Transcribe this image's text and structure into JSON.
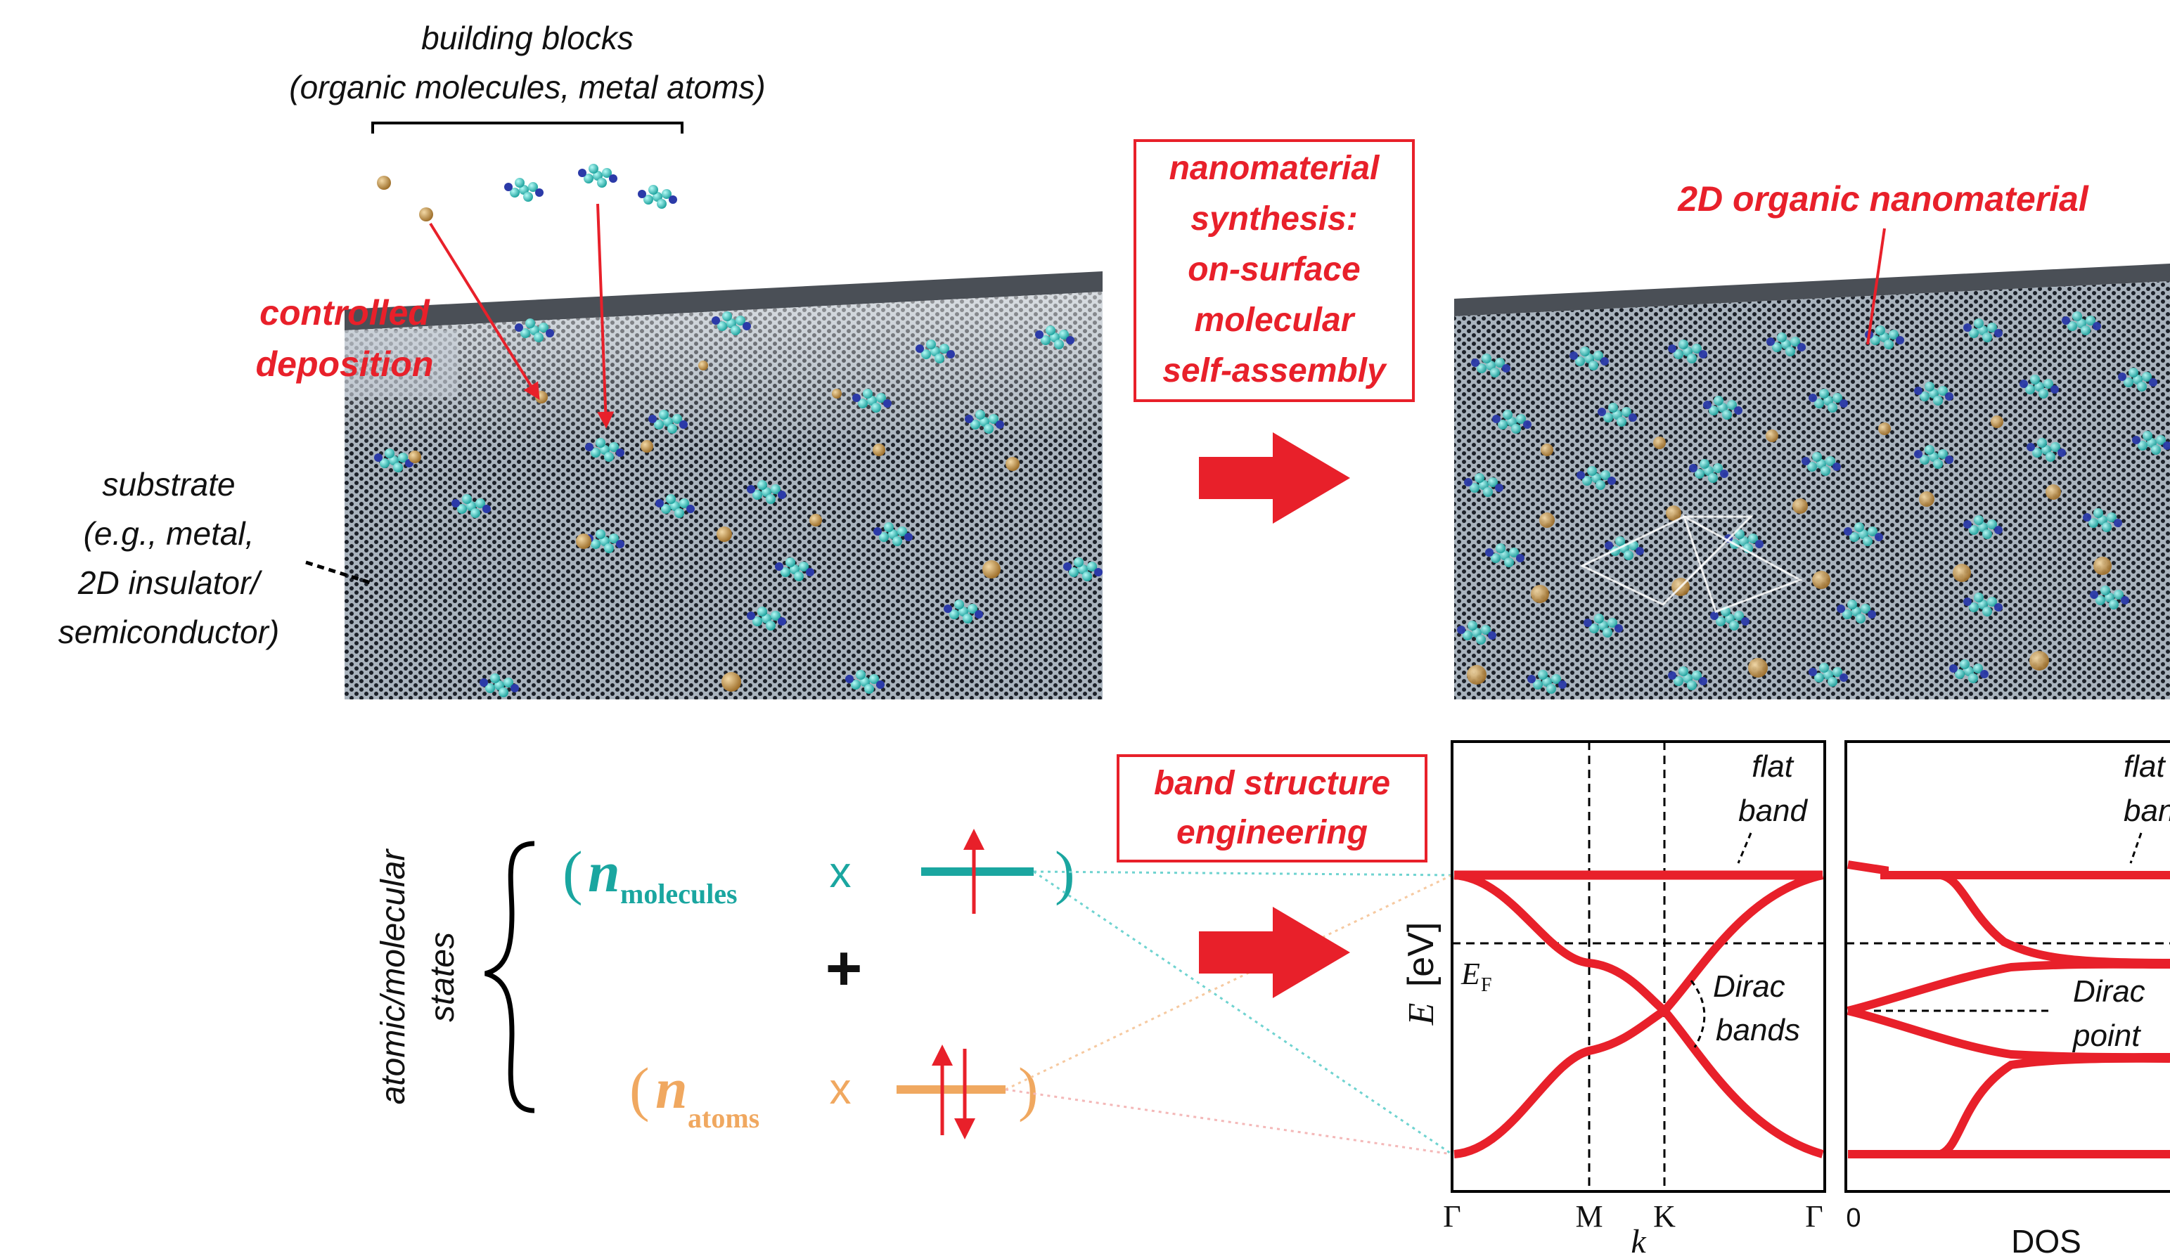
{
  "top_left": {
    "building_blocks_title": "building blocks",
    "building_blocks_subtitle": "(organic molecules, metal atoms)",
    "deposition_line1": "controlled",
    "deposition_line2": "deposition",
    "substrate_lines": [
      "substrate",
      "(e.g., metal,",
      "2D insulator/",
      "semiconductor)"
    ]
  },
  "synthesis_box": {
    "lines": [
      "nanomaterial",
      "synthesis:",
      "on-surface",
      "molecular",
      "self-assembly"
    ]
  },
  "top_right": {
    "label": "2D organic nanomaterial"
  },
  "states": {
    "vertical_line1": "atomic/molecular",
    "vertical_line2": "states",
    "open_paren": "(",
    "close_paren": ")",
    "n_symbol": "n",
    "molecules_sub": "molecules",
    "atoms_sub": "atoms",
    "times": "x",
    "plus": "+"
  },
  "band_box": {
    "lines": [
      "band structure",
      "engineering"
    ]
  },
  "band_plot": {
    "ylabel_sym": "E",
    "ylabel_unit": "[eV]",
    "fermi_sym": "E",
    "fermi_sub": "F",
    "xlabel": "k",
    "x_ticks": [
      "Γ",
      "M",
      "K",
      "Γ"
    ],
    "flat_band_line1": "flat",
    "flat_band_line2": "band",
    "dirac_bands_line1": "Dirac",
    "dirac_bands_line2": "bands"
  },
  "dos_plot": {
    "xlabel": "DOS",
    "x_tick0": "0",
    "flat_band_line1": "flat",
    "flat_band_line2": "band",
    "dirac_point_line1": "Dirac",
    "dirac_point_line2": "point"
  },
  "colors": {
    "accent_red": "#e8202a",
    "molecule_teal": "#1aa6a0",
    "atom_orange": "#f0a860",
    "substrate_gray": "#7d8b9a"
  }
}
